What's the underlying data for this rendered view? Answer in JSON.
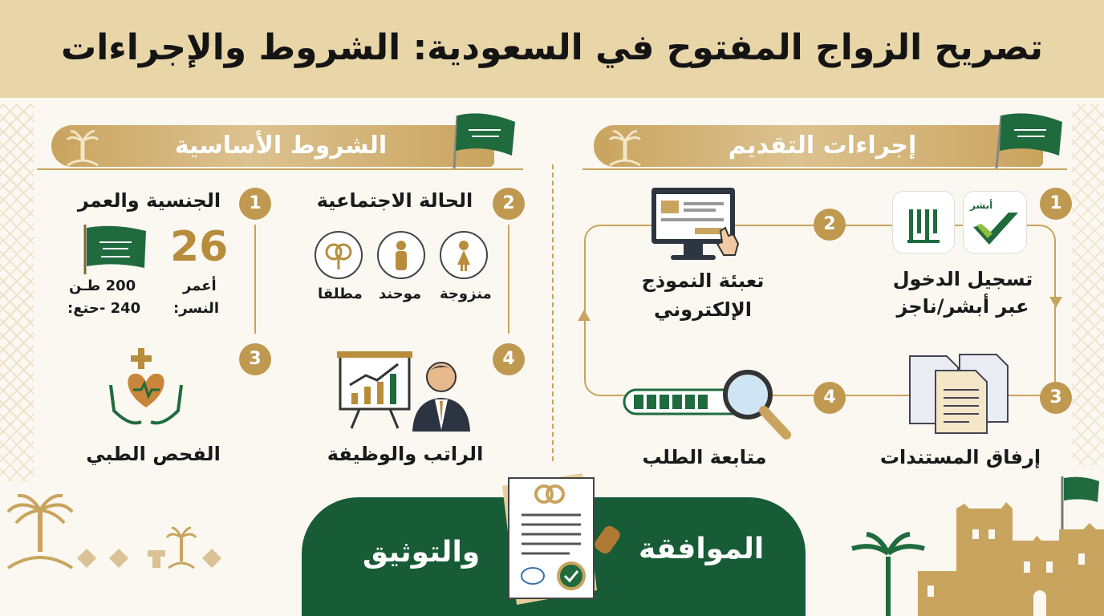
{
  "title": "تصريح الزواج المفتوح في السعودية: الشروط والإجراءات",
  "left_panel": {
    "heading": "الشروط الأساسية",
    "items": [
      {
        "number": "1",
        "label": "الجنسية والعمر",
        "age_value": "26",
        "age_label": "أعمر",
        "age_label_2": "النسر:",
        "height_line_1": "200 طـن",
        "height_line_2": "240 -حتع:"
      },
      {
        "number": "2",
        "label": "الحالة الاجتماعية",
        "statuses": [
          "منزوجة",
          "موحند",
          "مطلقا"
        ]
      },
      {
        "number": "3",
        "label": "الفحص الطبي"
      },
      {
        "number": "4",
        "label": "الراتب والوظيفة"
      }
    ]
  },
  "right_panel": {
    "heading": "إجراءات التقديم",
    "steps": [
      {
        "number": "1",
        "label_line_1": "تسجيل الدخول",
        "label_line_2": "عبر أبشر/ناجز",
        "app_badge": "أبشر"
      },
      {
        "number": "2",
        "label_line_1": "تعبئة النموذج",
        "label_line_2": "الإلكتروني"
      },
      {
        "number": "3",
        "label": "إرفاق المستندات"
      },
      {
        "number": "4",
        "label": "متابعة الطلب"
      }
    ]
  },
  "approval": {
    "right_word": "الموافقة",
    "left_word": "والتوثيق"
  },
  "colors": {
    "gold": "#c9a45e",
    "green": "#175c36",
    "beige": "#e8d6a8"
  },
  "icons": [
    "saudi-flag-icon",
    "palm-swords-emblem-icon",
    "gender-icon",
    "person-icon",
    "female-icon",
    "medical-hands-icon",
    "presentation-chart-icon",
    "computer-form-icon",
    "documents-icon",
    "magnifier-progress-icon",
    "certificate-icon",
    "absher-app-icon",
    "najiz-app-icon"
  ]
}
